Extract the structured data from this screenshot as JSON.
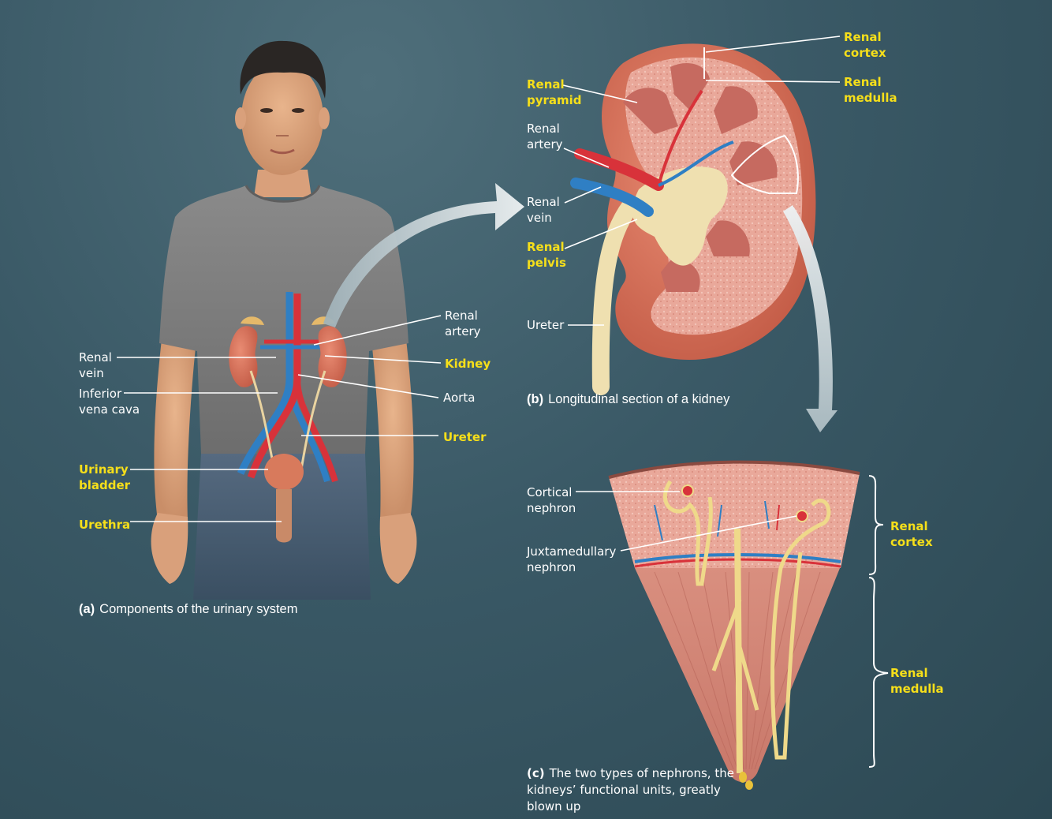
{
  "panel_a": {
    "caption_letter": "(a)",
    "caption_text": "Components of the urinary system",
    "labels": {
      "renal_vein": [
        "Renal",
        "vein"
      ],
      "inferior_vena_cava": [
        "Inferior",
        "vena cava"
      ],
      "urinary_bladder": [
        "Urinary",
        "bladder"
      ],
      "urethra": "Urethra",
      "renal_artery": [
        "Renal",
        "artery"
      ],
      "kidney": "Kidney",
      "aorta": "Aorta",
      "ureter": "Ureter"
    }
  },
  "panel_b": {
    "caption_letter": "(b)",
    "caption_text": "Longitudinal section of a kidney",
    "labels": {
      "renal_pyramid": [
        "Renal",
        "pyramid"
      ],
      "renal_artery": [
        "Renal",
        "artery"
      ],
      "renal_vein": [
        "Renal",
        "vein"
      ],
      "renal_pelvis": [
        "Renal",
        "pelvis"
      ],
      "ureter": "Ureter",
      "renal_cortex": [
        "Renal",
        "cortex"
      ],
      "renal_medulla": [
        "Renal",
        "medulla"
      ]
    }
  },
  "panel_c": {
    "caption_letter": "(c)",
    "caption_text": "The two types of nephrons, the kidneys’ functional units, greatly blown up",
    "labels": {
      "cortical_nephron": [
        "Cortical",
        "nephron"
      ],
      "juxtamedullary_nephron": [
        "Juxtamedullary",
        "nephron"
      ],
      "renal_cortex": [
        "Renal",
        "cortex"
      ],
      "renal_medulla": [
        "Renal",
        "medulla"
      ]
    }
  },
  "colors": {
    "highlight_label": "#f6df1a",
    "plain_label": "#ffffff",
    "artery": "#d8323a",
    "vein": "#2f7fc4",
    "kidney": "#d96a55"
  }
}
